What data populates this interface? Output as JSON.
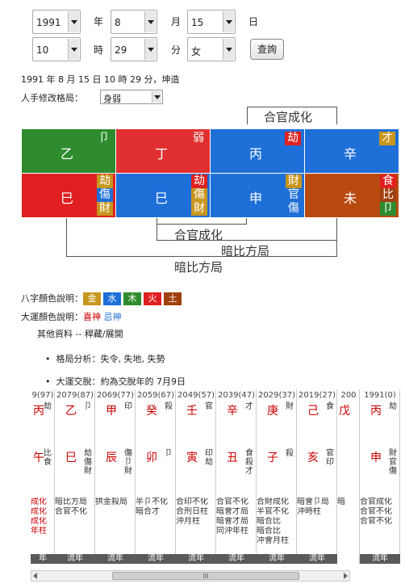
{
  "form": {
    "year": "1991",
    "year_unit": "年",
    "month": "8",
    "month_unit": "月",
    "day": "15",
    "day_unit": "日",
    "hour": "10",
    "hour_unit": "時",
    "minute": "29",
    "minute_unit": "分",
    "gender": "女",
    "query_label": "查詢"
  },
  "summary": "1991 年 8 月 15 日 10 時 29 分，坤造",
  "manual_label": "人手修改格局：",
  "manual_value": "身弱",
  "top_relation": "合官成化",
  "pillars": {
    "top": [
      {
        "char": "乙",
        "tag": "卩",
        "color": "#2e8b2e"
      },
      {
        "char": "丁",
        "tag": "弱",
        "color": "#e03030"
      },
      {
        "char": "丙",
        "tag": "劫",
        "color": "#1e6fd8"
      },
      {
        "char": "辛",
        "tag": "才",
        "color": "#1e6fd8"
      }
    ],
    "bottom": [
      {
        "char": "巳",
        "tags": [
          "劫",
          "傷",
          "財"
        ],
        "color": "#e02020"
      },
      {
        "char": "巳",
        "tags": [
          "劫",
          "傷",
          "財"
        ],
        "color": "#1e6fd8"
      },
      {
        "char": "申",
        "tags": [
          "財",
          "官",
          "傷"
        ],
        "color": "#1e6fd8"
      },
      {
        "char": "未",
        "tags": [
          "食",
          "比",
          "卩"
        ],
        "color": "#b84a10"
      }
    ]
  },
  "relations_below": [
    "合官成化",
    "暗比方局",
    "暗比方局"
  ],
  "legend": {
    "bazi_label": "八字顏色說明：",
    "elements": [
      {
        "name": "金",
        "color": "#c8961e"
      },
      {
        "name": "水",
        "color": "#1e6fd8"
      },
      {
        "name": "木",
        "color": "#2e8b2e"
      },
      {
        "name": "火",
        "color": "#e02020"
      },
      {
        "name": "土",
        "color": "#a0400e"
      }
    ],
    "dayun_label": "大運顏色說明：",
    "xishen": "喜神",
    "jishen": "忌神"
  },
  "other_toggle": "其他資料 -- 稈藏/展開",
  "bullets": [
    "格局分析：失令, 失地, 失勢",
    "大運交脫：約為交脫年的 7月9日"
  ],
  "dayun": [
    {
      "head": "9(97)",
      "stem": "丙",
      "stemtag": "劫",
      "branch": "午",
      "branchtag": "比食",
      "notes": [
        "成化",
        "成化",
        "成化",
        "年柱"
      ],
      "foot": "年"
    },
    {
      "head": "2079(87)",
      "stem": "乙",
      "stemtag": "卩",
      "branch": "巳",
      "branchtag": "劫傷財",
      "notes": [
        "暗比方局",
        "合官不化"
      ],
      "foot": "流年"
    },
    {
      "head": "2069(77)",
      "stem": "甲",
      "stemtag": "印",
      "branch": "辰",
      "branchtag": "傷卩財",
      "notes": [
        "拱金殺局"
      ],
      "foot": "流年"
    },
    {
      "head": "2059(67)",
      "stem": "癸",
      "stemtag": "殺",
      "branch": "卯",
      "branchtag": "卩",
      "notes": [
        "半卩不化",
        "暗合才"
      ],
      "foot": "流年"
    },
    {
      "head": "2049(57)",
      "stem": "壬",
      "stemtag": "官",
      "branch": "寅",
      "branchtag": "印劫",
      "notes": [
        "合印不化",
        "合刑日柱",
        "沖月柱"
      ],
      "foot": "流年"
    },
    {
      "head": "2039(47)",
      "stem": "辛",
      "stemtag": "才",
      "branch": "丑",
      "branchtag": "食殺才",
      "notes": [
        "合官不化",
        "暗會才局",
        "暗會才局",
        "同沖年柱"
      ],
      "foot": "流年"
    },
    {
      "head": "2029(37)",
      "stem": "庚",
      "stemtag": "財",
      "branch": "子",
      "branchtag": "殺",
      "notes": [
        "合財成化",
        "半官不化",
        "暗合比",
        "暗合比",
        "冲會月柱"
      ],
      "foot": "流年"
    },
    {
      "head": "2019(27)",
      "stem": "己",
      "stemtag": "食",
      "branch": "亥",
      "branchtag": "官印",
      "notes": [
        "暗會卩局",
        "沖時柱"
      ],
      "foot": "流年"
    },
    {
      "head": "200",
      "stem": "戊",
      "stemtag": "",
      "branch": "",
      "branchtag": "",
      "notes": [
        "暗"
      ],
      "foot": ""
    },
    {
      "head": "1991(0)",
      "stem": "丙",
      "stemtag": "劫",
      "branch": "申",
      "branchtag": "財官傷",
      "notes": [
        "合官成化",
        "合官不化",
        "合官不化"
      ],
      "foot": "流年"
    }
  ],
  "scroll_thumb": "III"
}
